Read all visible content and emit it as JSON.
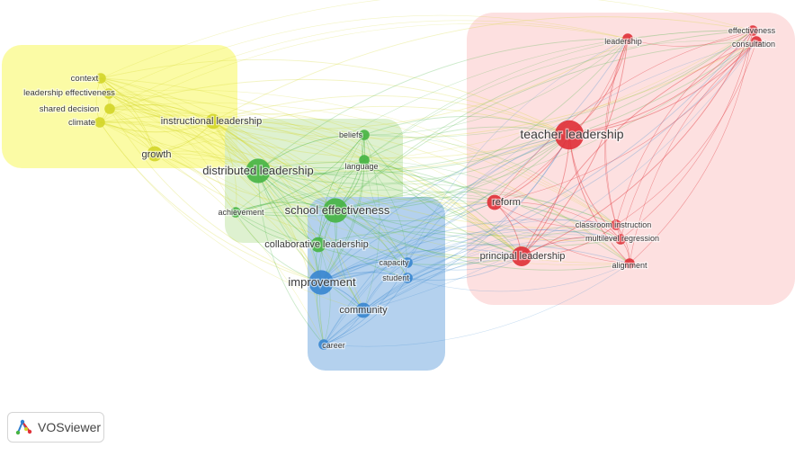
{
  "clusters": [
    {
      "id": "yellow",
      "color": "#d4d62a",
      "bg": "#fbfba5"
    },
    {
      "id": "green",
      "color": "#48b444",
      "bg": "#d8efc8"
    },
    {
      "id": "blue",
      "color": "#3a87d0",
      "bg": "#b4d1ee"
    },
    {
      "id": "red",
      "color": "#e0323a",
      "bg": "#fde0e0"
    }
  ],
  "nodes": [
    {
      "id": "context",
      "label": "context",
      "cluster": "yellow",
      "weight": 1
    },
    {
      "id": "leadership-effectiveness",
      "label": "leadership effectiveness",
      "cluster": "yellow",
      "weight": 1
    },
    {
      "id": "shared-decision",
      "label": "shared decision",
      "cluster": "yellow",
      "weight": 1
    },
    {
      "id": "climate",
      "label": "climate",
      "cluster": "yellow",
      "weight": 1
    },
    {
      "id": "instructional-leadership",
      "label": "instructional leadership",
      "cluster": "yellow",
      "weight": 2
    },
    {
      "id": "growth",
      "label": "growth",
      "cluster": "yellow",
      "weight": 2
    },
    {
      "id": "distributed-leadership",
      "label": "distributed leadership",
      "cluster": "green",
      "weight": 4
    },
    {
      "id": "beliefs",
      "label": "beliefs",
      "cluster": "green",
      "weight": 1
    },
    {
      "id": "language",
      "label": "language",
      "cluster": "green",
      "weight": 1
    },
    {
      "id": "achievement",
      "label": "achievement",
      "cluster": "green",
      "weight": 1
    },
    {
      "id": "school-effectiveness",
      "label": "school effectiveness",
      "cluster": "green",
      "weight": 4
    },
    {
      "id": "collaborative-leadership",
      "label": "collaborative leadership",
      "cluster": "green",
      "weight": 2
    },
    {
      "id": "improvement",
      "label": "improvement",
      "cluster": "blue",
      "weight": 4
    },
    {
      "id": "capacity",
      "label": "capacity",
      "cluster": "blue",
      "weight": 1
    },
    {
      "id": "student",
      "label": "student",
      "cluster": "blue",
      "weight": 1
    },
    {
      "id": "community",
      "label": "community",
      "cluster": "blue",
      "weight": 2
    },
    {
      "id": "career",
      "label": "career",
      "cluster": "blue",
      "weight": 1
    },
    {
      "id": "leadership",
      "label": "leadership",
      "cluster": "red",
      "weight": 1
    },
    {
      "id": "effectiveness",
      "label": "effectiveness",
      "cluster": "red",
      "weight": 1
    },
    {
      "id": "consultation",
      "label": "consultation",
      "cluster": "red",
      "weight": 1
    },
    {
      "id": "teacher-leadership",
      "label": "teacher leadership",
      "cluster": "red",
      "weight": 5
    },
    {
      "id": "reform",
      "label": "reform",
      "cluster": "red",
      "weight": 2
    },
    {
      "id": "classroom-instruction",
      "label": "classroom instruction",
      "cluster": "red",
      "weight": 1
    },
    {
      "id": "multilevel-regression",
      "label": "multilevel regression",
      "cluster": "red",
      "weight": 1
    },
    {
      "id": "principal-leadership",
      "label": "principal leadership",
      "cluster": "red",
      "weight": 3
    },
    {
      "id": "alignment",
      "label": "alignment",
      "cluster": "red",
      "weight": 1
    }
  ],
  "logo": {
    "text": "VOSviewer",
    "icon": "vosviewer-logo-icon"
  }
}
